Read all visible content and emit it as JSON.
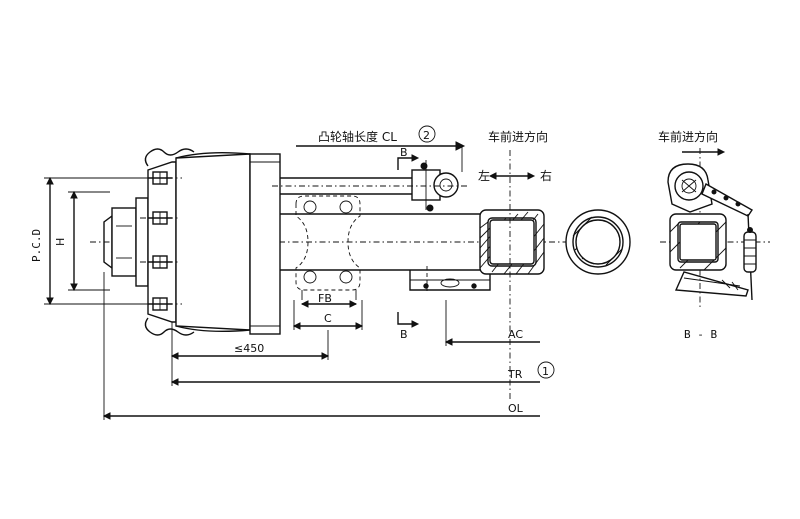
{
  "labels": {
    "camshaft_length": "凸轮轴长度 CL",
    "camshaft_circle_num": "2",
    "forward_dir_left": "车前进方向",
    "forward_dir_right": "车前进方向",
    "left": "左",
    "right": "右",
    "section_b_top": "B",
    "section_b_bottom": "B",
    "pcd": "P.C.D",
    "h": "H",
    "fb": "FB",
    "c": "C",
    "le450": "≤450",
    "ac": "AC",
    "tr": "TR",
    "tr_circle_num": "1",
    "ol": "OL",
    "section_bb": "B - B"
  }
}
